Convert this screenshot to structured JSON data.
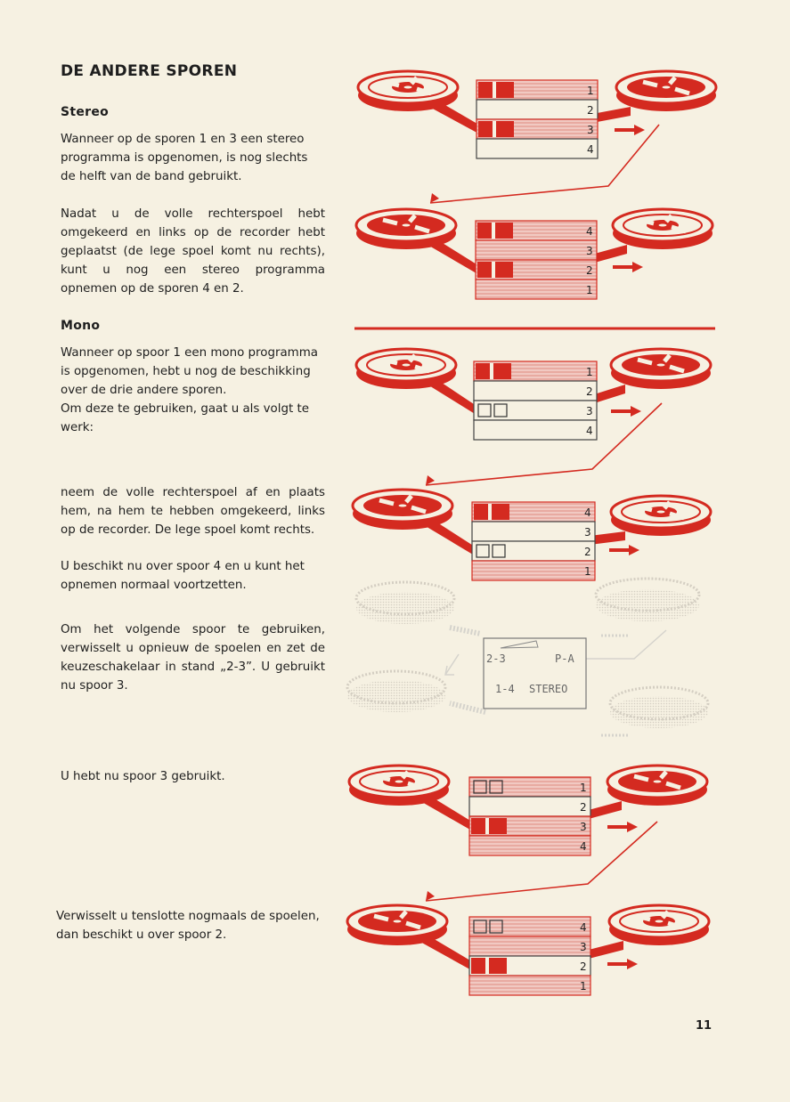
{
  "title": "DE ANDERE SPOREN",
  "sections": {
    "stereo": {
      "heading": "Stereo",
      "p1": "Wanneer op de sporen 1 en 3 een stereo programma is opgenomen, is nog slechts de helft van de band gebruikt.",
      "p2": "Nadat u de volle rechterspoel hebt omgekeerd en links op de recorder hebt geplaatst (de lege spoel komt nu rechts), kunt u nog een stereo programma opnemen op de sporen 4 en 2."
    },
    "mono": {
      "heading": "Mono",
      "p1": "Wanneer op spoor 1 een mono programma is opgenomen, hebt u nog de beschikking over de drie andere sporen.",
      "p2": "Om deze te gebruiken, gaat u als volgt te werk:",
      "p3": "neem de volle rechterspoel af en plaats hem, na hem te hebben omgekeerd, links op de recorder. De lege spoel komt rechts.",
      "p4": "U beschikt nu over spoor 4 en u kunt het opnemen normaal voortzetten.",
      "p5": "Om het volgende spoor te gebruiken, verwisselt u opnieuw de spoelen en zet de keuzeschakelaar in stand „2-3”. U gebruikt nu spoor 3.",
      "p6": "U hebt nu spoor 3 gebruikt.",
      "p7": "Verwisselt u tenslotte nogmaals de spoelen, dan beschikt u over spoor 2."
    }
  },
  "diagrams": [
    {
      "tracks": [
        "1",
        "2",
        "3",
        "4"
      ]
    },
    {
      "tracks": [
        "4",
        "3",
        "2",
        "1"
      ]
    },
    {
      "tracks": [
        "1",
        "2",
        "3",
        "4"
      ]
    },
    {
      "tracks": [
        "4",
        "3",
        "2",
        "1"
      ]
    },
    {
      "tracks": [
        "1",
        "2",
        "3",
        "4"
      ]
    },
    {
      "tracks": [
        "4",
        "3",
        "2",
        "1"
      ]
    }
  ],
  "switch": {
    "pos_23": "2-3",
    "pos_pa": "P-A",
    "pos_14": "1-4",
    "pos_stereo": "STEREO"
  },
  "page_number": "11",
  "colors": {
    "accent": "#d42a20",
    "paper": "#f6f1e2",
    "text": "#1e1e1e"
  }
}
